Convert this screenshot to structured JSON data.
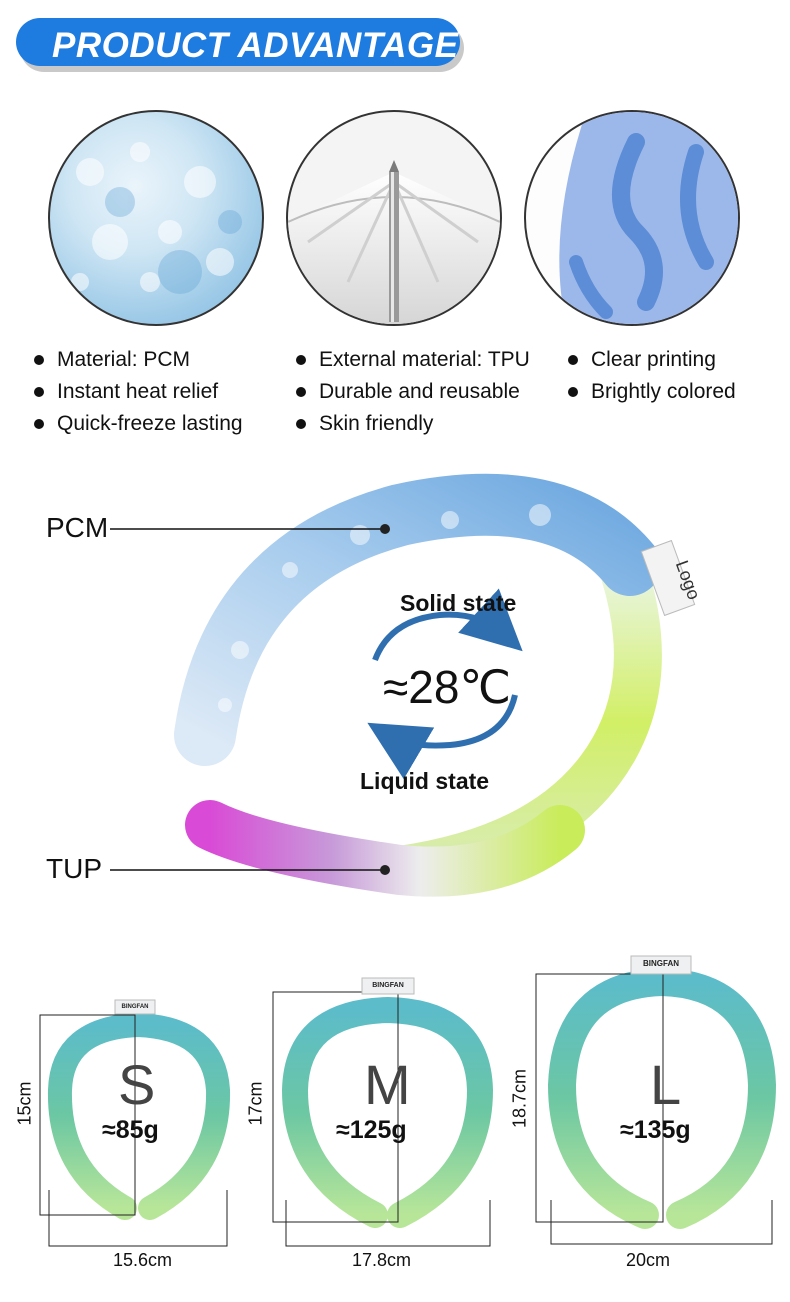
{
  "header": {
    "title": "PRODUCT ADVANTAGE",
    "color": "#1e7be0"
  },
  "features": [
    {
      "icon": "pcm-crystal-texture",
      "items": [
        "Material: PCM",
        "Instant heat relief",
        "Quick-freeze lasting"
      ]
    },
    {
      "icon": "tpu-needle-puncture",
      "items": [
        "External material: TPU",
        "Durable and reusable",
        "Skin friendly"
      ]
    },
    {
      "icon": "logo-print-closeup",
      "items": [
        "Clear printing",
        "Brightly colored"
      ]
    }
  ],
  "diagram": {
    "label_top": "PCM",
    "label_bottom": "TUP",
    "solid": "Solid state",
    "liquid": "Liquid state",
    "temperature": "≈28℃",
    "tag": "Logo",
    "arrow_color": "#2f6fb0"
  },
  "sizes": [
    {
      "letter": "S",
      "weight": "≈85g",
      "height": "15cm",
      "width": "15.6cm",
      "brand": "BINGFAN"
    },
    {
      "letter": "M",
      "weight": "≈125g",
      "height": "17cm",
      "width": "17.8cm",
      "brand": "BINGFAN"
    },
    {
      "letter": "L",
      "weight": "≈135g",
      "height": "18.7cm",
      "width": "20cm",
      "brand": "BINGFAN"
    }
  ]
}
